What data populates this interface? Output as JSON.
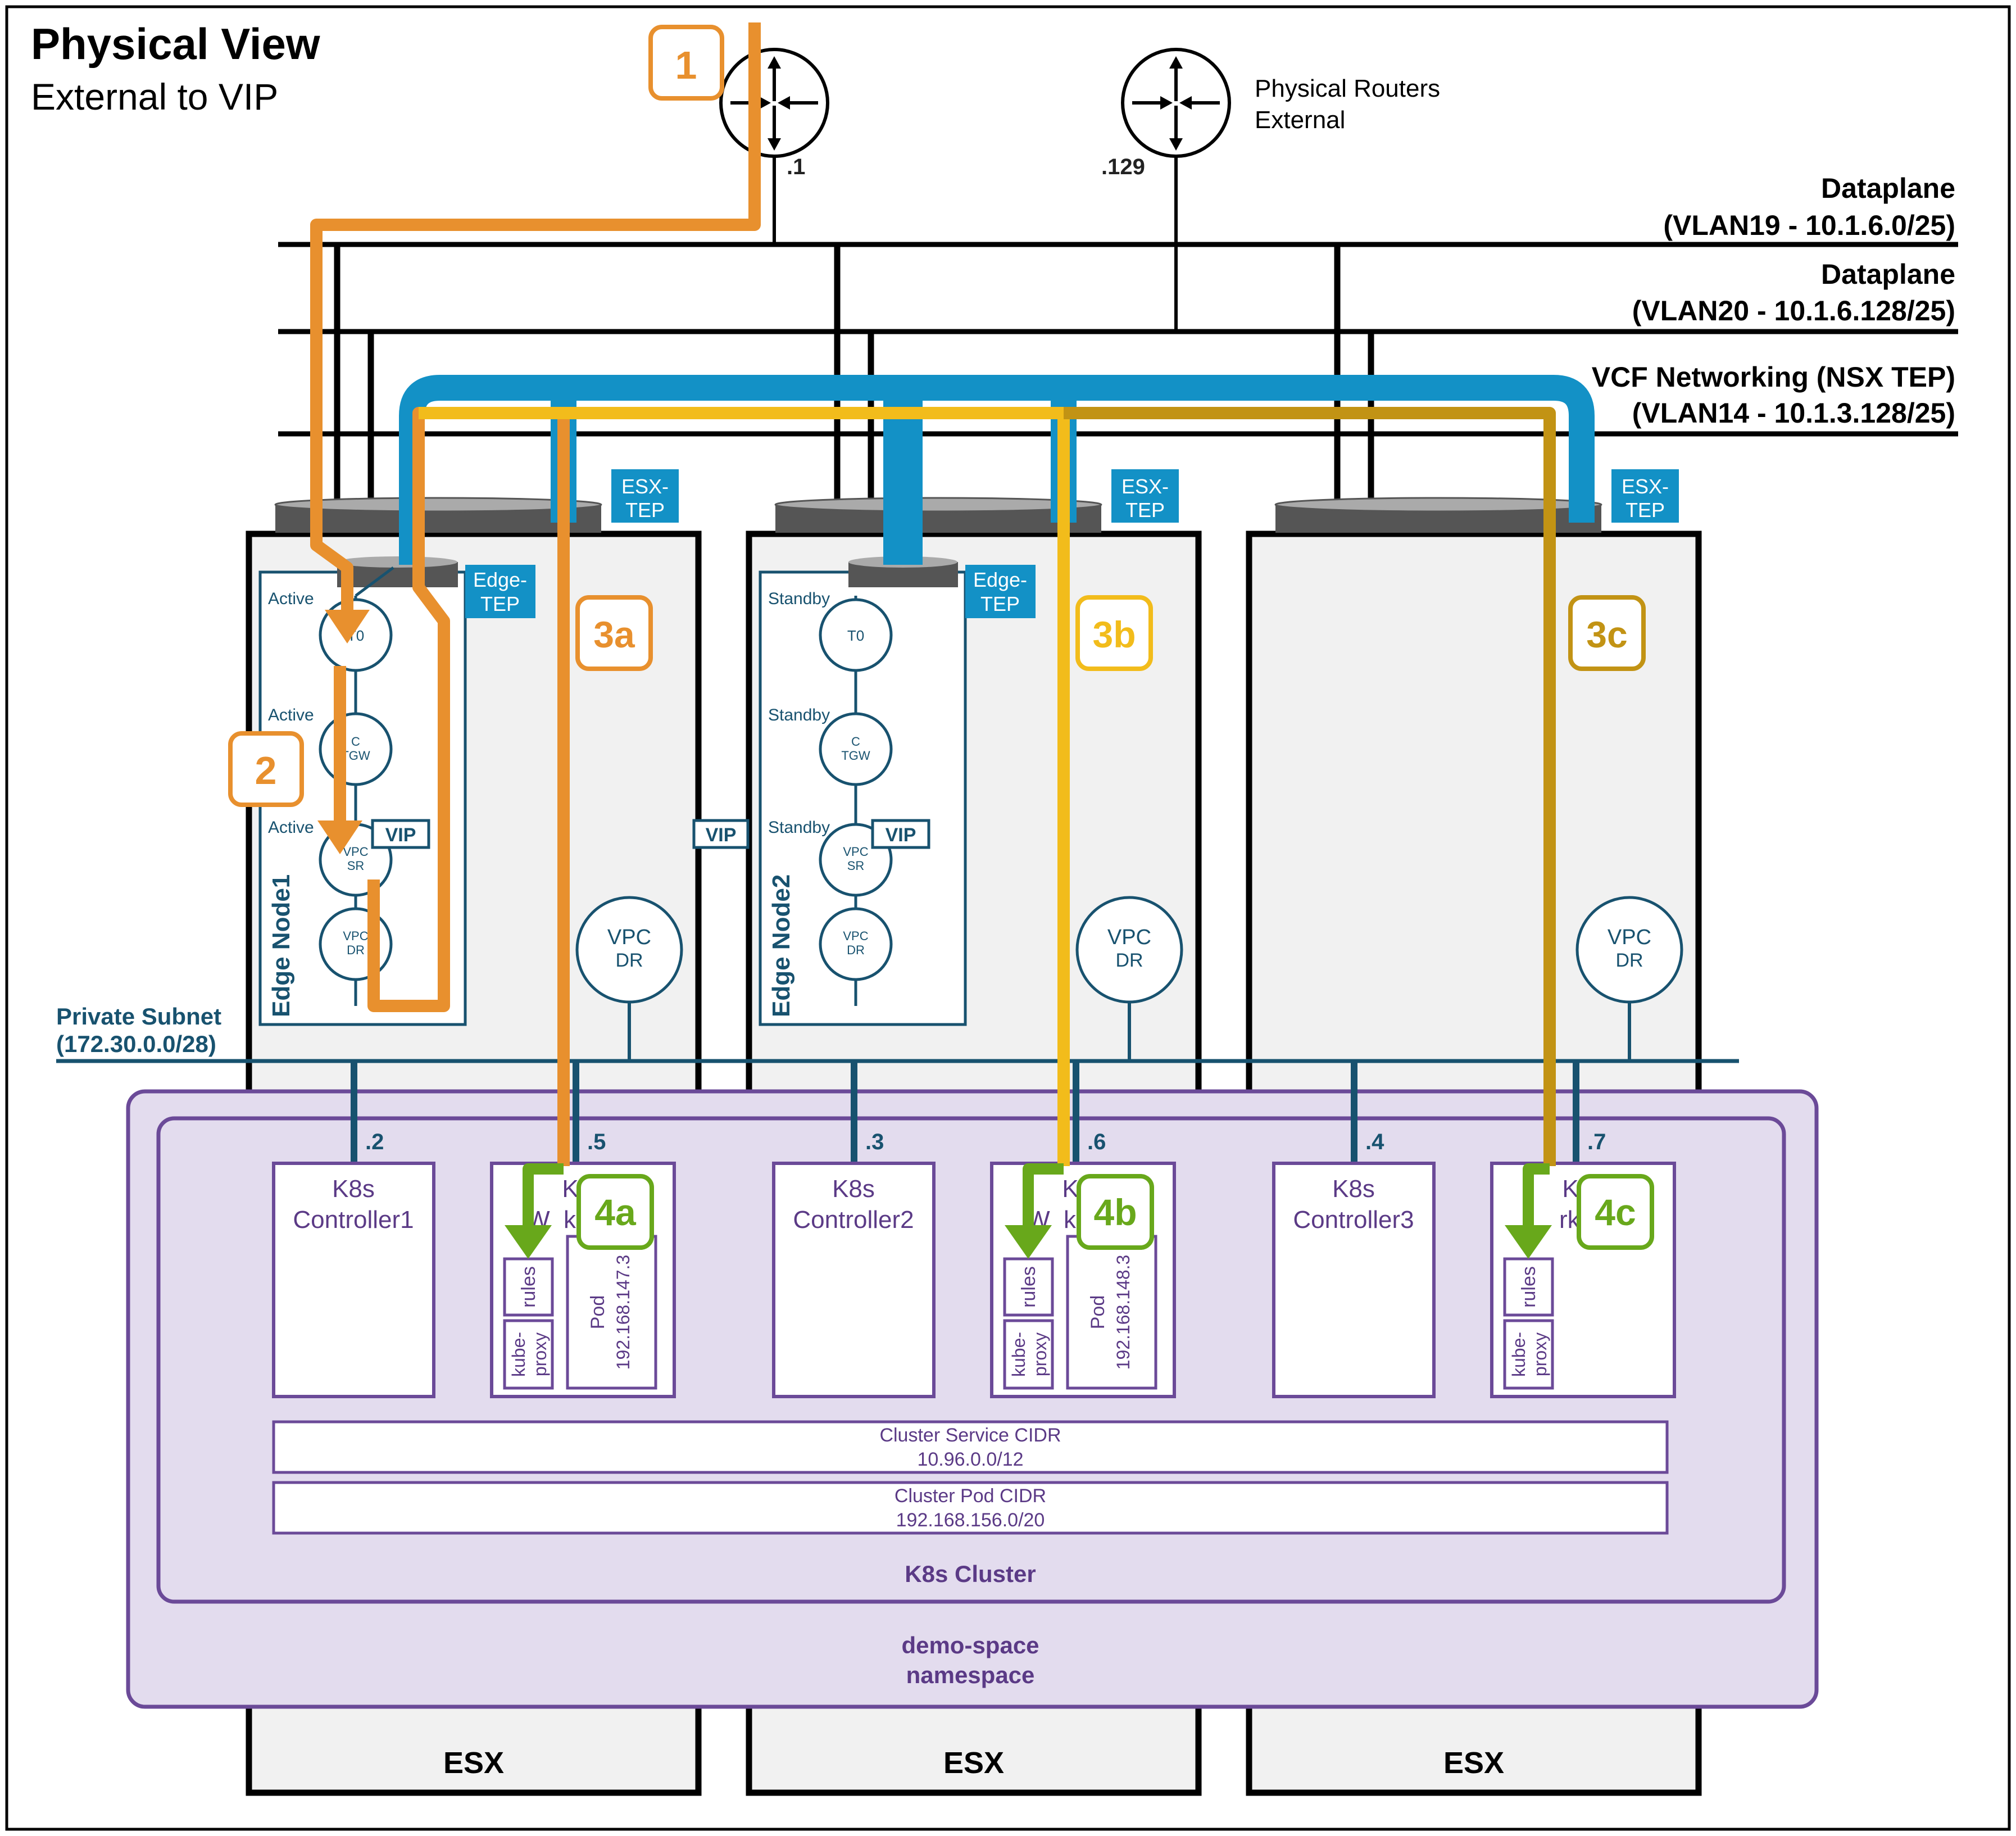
{
  "title": "Physical View",
  "subtitle": "External to VIP",
  "routers": {
    "label_line1": "Physical Routers",
    "label_line2": "External",
    "left_ip": ".1",
    "right_ip": ".129"
  },
  "networks": [
    {
      "line1": "Dataplane",
      "line2": "(VLAN19 - 10.1.6.0/25)"
    },
    {
      "line1": "Dataplane",
      "line2": "(VLAN20 - 10.1.6.128/25)"
    },
    {
      "line1": "VCF Networking (NSX TEP)",
      "line2": "(VLAN14 - 10.1.3.128/25)"
    }
  ],
  "tep": {
    "esx_line1": "ESX-",
    "esx_line2": "TEP",
    "edge_line1": "Edge-",
    "edge_line2": "TEP"
  },
  "edge_nodes": [
    {
      "name": "Edge Node1",
      "states": [
        "Active",
        "Active",
        "Active"
      ]
    },
    {
      "name": "Edge Node2",
      "states": [
        "Standby",
        "Standby",
        "Standby"
      ]
    }
  ],
  "router_labels": {
    "t0": "T0",
    "tgw_line1": "C",
    "tgw_line2": "TGW",
    "sr_line1": "VPC",
    "sr_line2": "SR",
    "dr_line1": "VPC",
    "dr_line2": "DR"
  },
  "vip_label": "VIP",
  "steps": {
    "s1": "1",
    "s2": "2",
    "s3a": "3a",
    "s3b": "3b",
    "s3c": "3c",
    "s4a": "4a",
    "s4b": "4b",
    "s4c": "4c"
  },
  "private_subnet": {
    "line1": "Private Subnet",
    "line2": "(172.30.0.0/28)"
  },
  "ips": [
    ".2",
    ".5",
    ".3",
    ".6",
    ".4",
    ".7"
  ],
  "controllers": [
    {
      "line1": "K8s",
      "line2": "Controller1"
    },
    {
      "line1": "K8s",
      "line2": "Controller2"
    },
    {
      "line1": "K8s",
      "line2": "Controller3"
    }
  ],
  "workers": [
    {
      "line1": "K",
      "line2": "W  ke    1",
      "pod_ip": "192.168.147.3"
    },
    {
      "line1": "K",
      "line2": "W  ke    2",
      "pod_ip": "192.168.148.3"
    },
    {
      "line1": "K",
      "line2": "  rke    3",
      "pod_ip": ""
    }
  ],
  "worker_parts": {
    "rules": "rules",
    "kube_line1": "kube-",
    "kube_line2": "proxy",
    "pod": "Pod"
  },
  "cidrs": {
    "service_line1": "Cluster Service CIDR",
    "service_line2": "10.96.0.0/12",
    "pod_line1": "Cluster Pod CIDR",
    "pod_line2": "192.168.156.0/20"
  },
  "cluster_label": "K8s Cluster",
  "namespace": {
    "line1": "demo-space",
    "line2": "namespace"
  },
  "esx_label": "ESX",
  "colors": {
    "orange": "#e8902e",
    "yellow": "#f2bc1b",
    "gold": "#c29314",
    "green": "#68a81b",
    "tep_blue": "#1391c6",
    "dark_blue": "#18526f",
    "purple": "#6b4a98",
    "lavender": "#e3dcee"
  }
}
